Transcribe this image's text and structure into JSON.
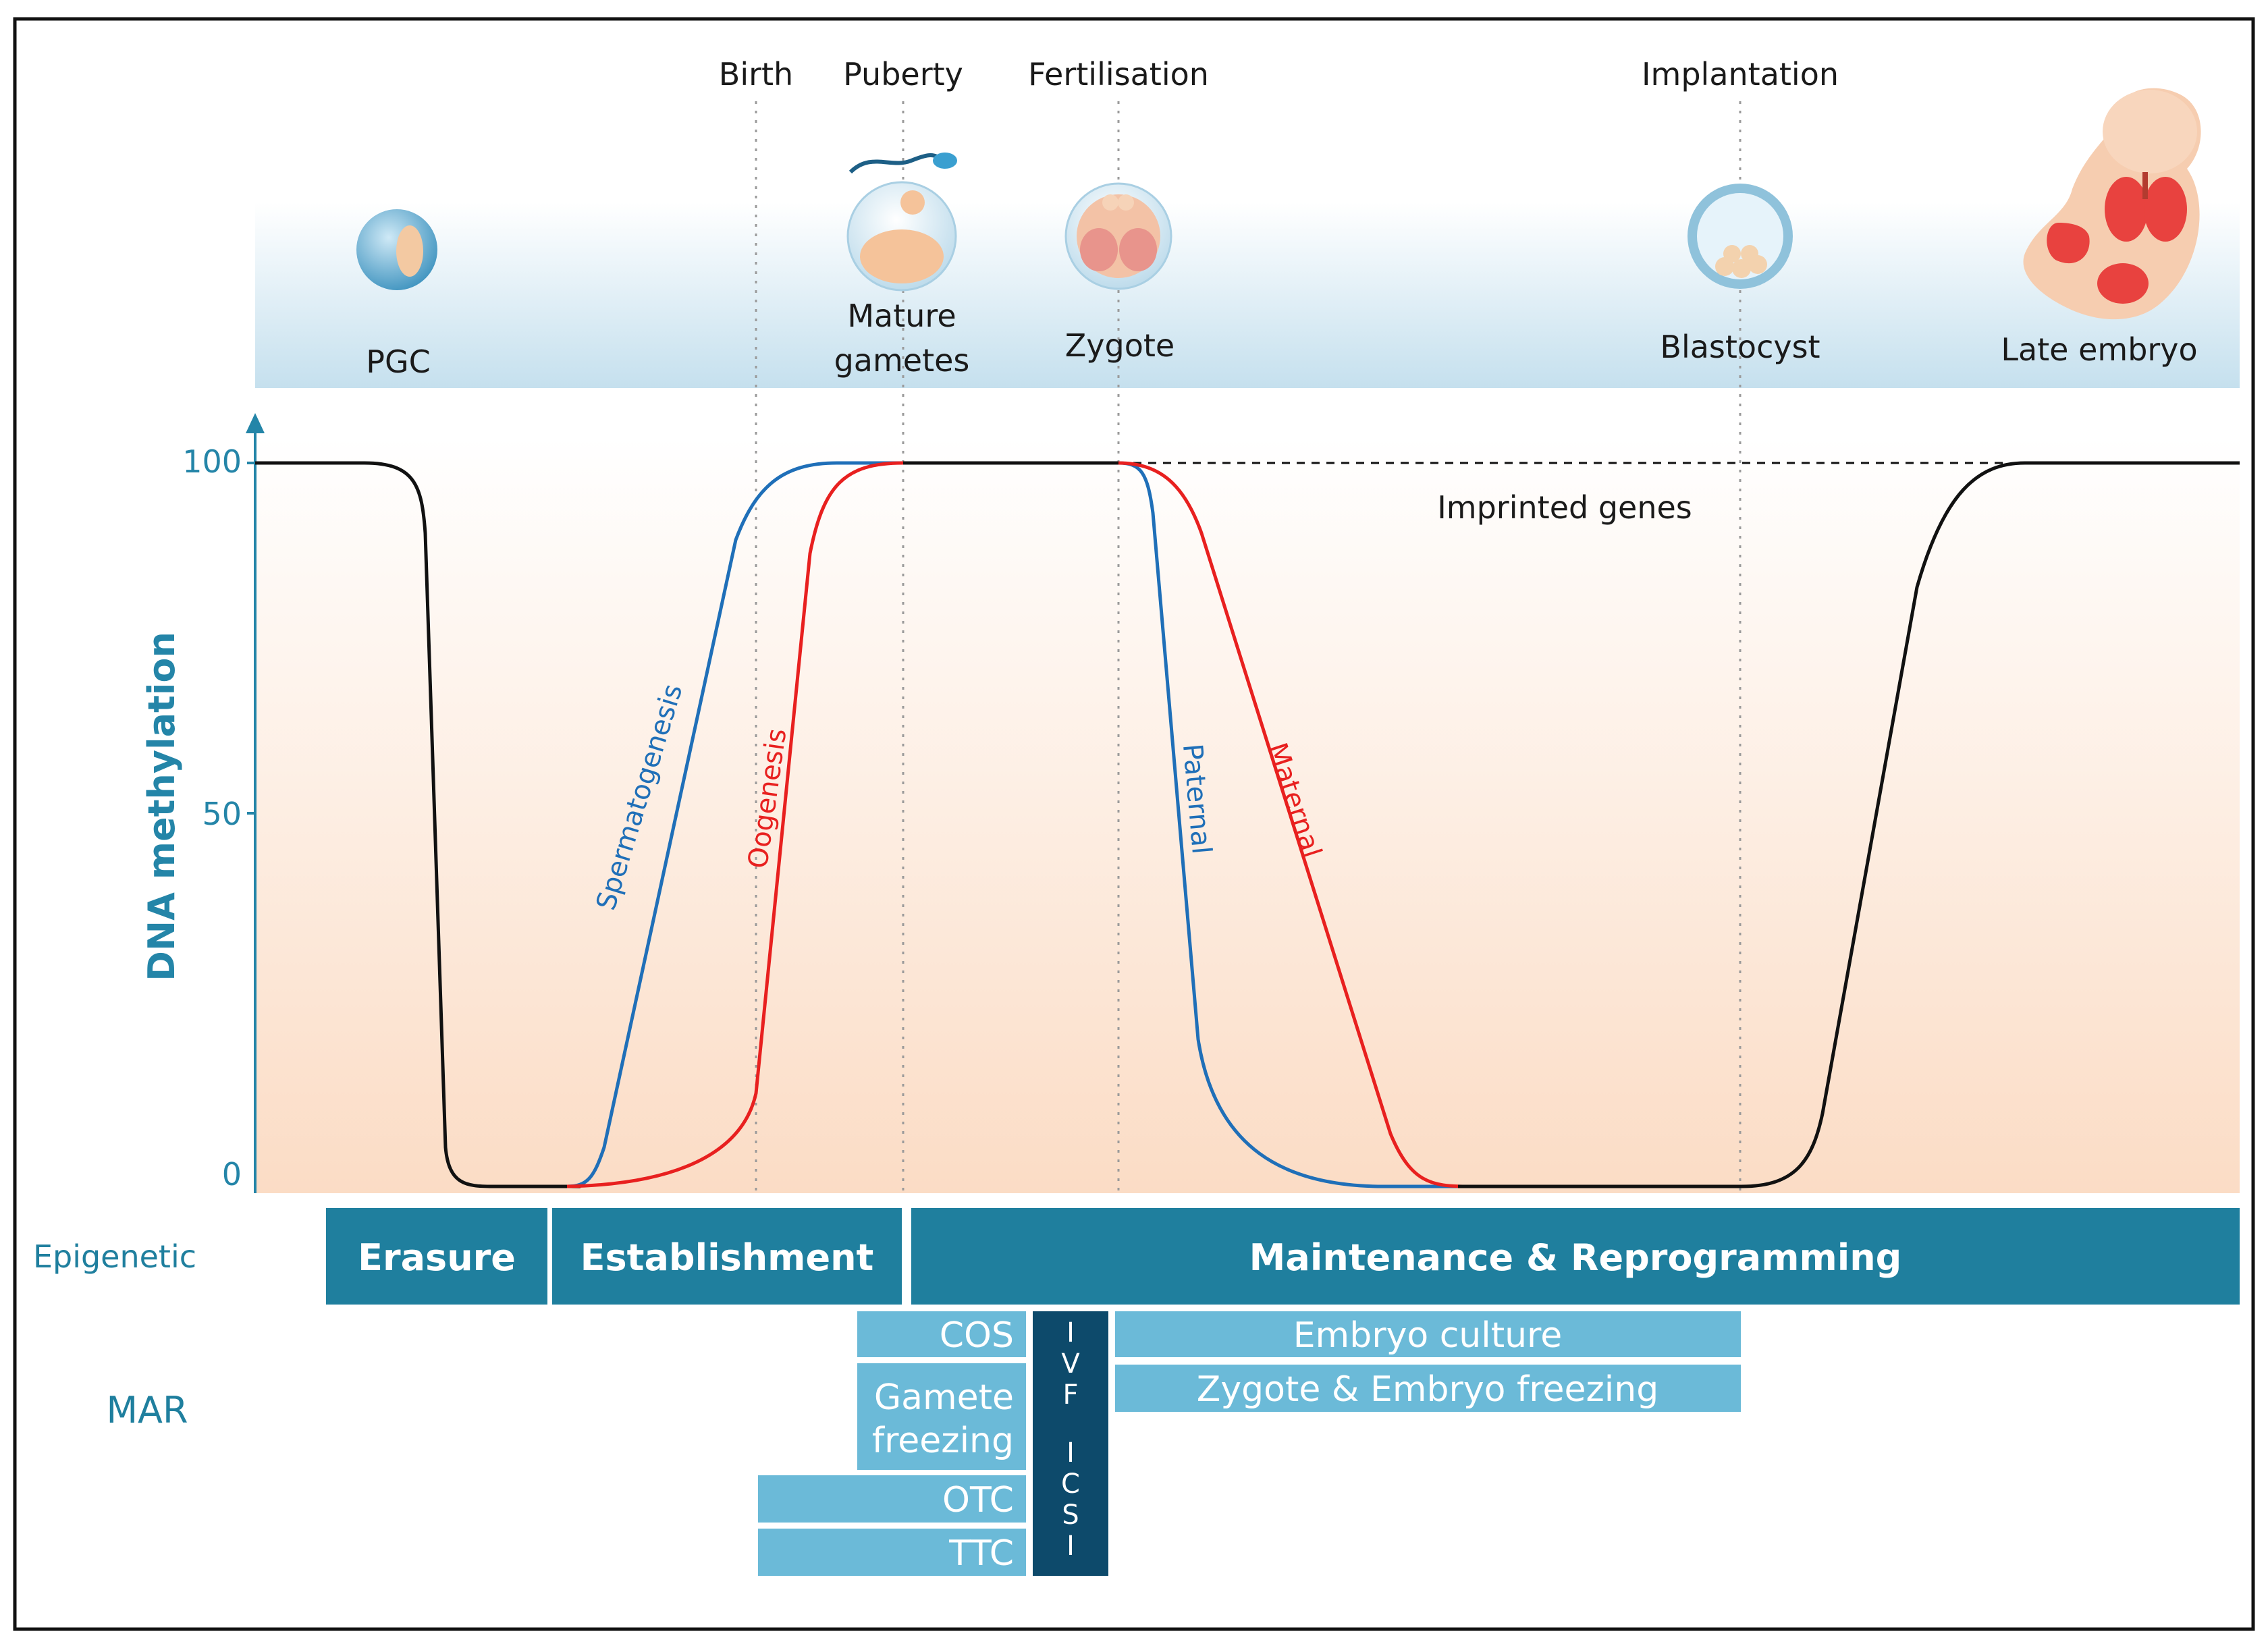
{
  "milestones": {
    "birth": "Birth",
    "puberty": "Puberty",
    "fertilisation": "Fertilisation",
    "implantation": "Implantation"
  },
  "stages": {
    "pgc": "PGC",
    "mature_gametes_line1": "Mature",
    "mature_gametes_line2": "gametes",
    "zygote": "Zygote",
    "blastocyst": "Blastocyst",
    "late_embryo": "Late embryo"
  },
  "axis": {
    "ylabel": "DNA methylation",
    "tick_100": "100",
    "tick_50": "50",
    "tick_0": "0"
  },
  "curve_labels": {
    "spermatogenesis": "Spermatogenesis",
    "oogenesis": "Oogenesis",
    "paternal": "Paternal",
    "maternal": "Maternal",
    "imprinted": "Imprinted genes"
  },
  "rows": {
    "epigenetic": "Epigenetic",
    "mar": "MAR"
  },
  "epigenetic_bars": {
    "erasure": "Erasure",
    "establishment": "Establishment",
    "maintenance": "Maintenance & Reprogramming"
  },
  "mar_bars": {
    "cos": "COS",
    "gamete_freezing_line1": "Gamete",
    "gamete_freezing_line2": "freezing",
    "otc": "OTC",
    "ttc": "TTC",
    "ivf": [
      "I",
      "V",
      "F"
    ],
    "icsi": [
      "I",
      "C",
      "S",
      "I"
    ],
    "embryo_culture": "Embryo culture",
    "zygote_embryo_freezing": "Zygote & Embryo freezing"
  },
  "colors": {
    "teal_dark": "#1f7f9e",
    "teal_light": "#6bbad8",
    "navy": "#0d4a6b",
    "blue_curve": "#1f6fb8",
    "red_curve": "#e8201f",
    "black_curve": "#111111",
    "axis_blue": "#2485a8"
  }
}
